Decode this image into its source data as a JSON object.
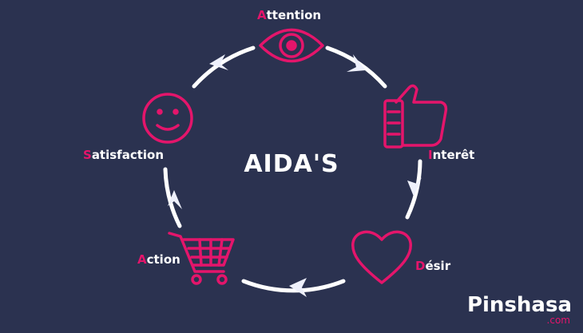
{
  "diagram": {
    "title": "AIDA'S",
    "stages": [
      {
        "first": "A",
        "rest": "ttention",
        "icon": "eye-icon"
      },
      {
        "first": "I",
        "rest": "nterêt",
        "icon": "thumbs-up-icon"
      },
      {
        "first": "D",
        "rest": "ésir",
        "icon": "heart-icon"
      },
      {
        "first": "A",
        "rest": "ction",
        "icon": "shopping-cart-icon"
      },
      {
        "first": "S",
        "rest": "atisfaction",
        "icon": "smiley-icon"
      }
    ]
  },
  "brand": {
    "name": "Pinshasa",
    "domain": ".com"
  },
  "colors": {
    "background": "#2b3250",
    "accent": "#e4156b",
    "arrow": "#ffffff"
  }
}
